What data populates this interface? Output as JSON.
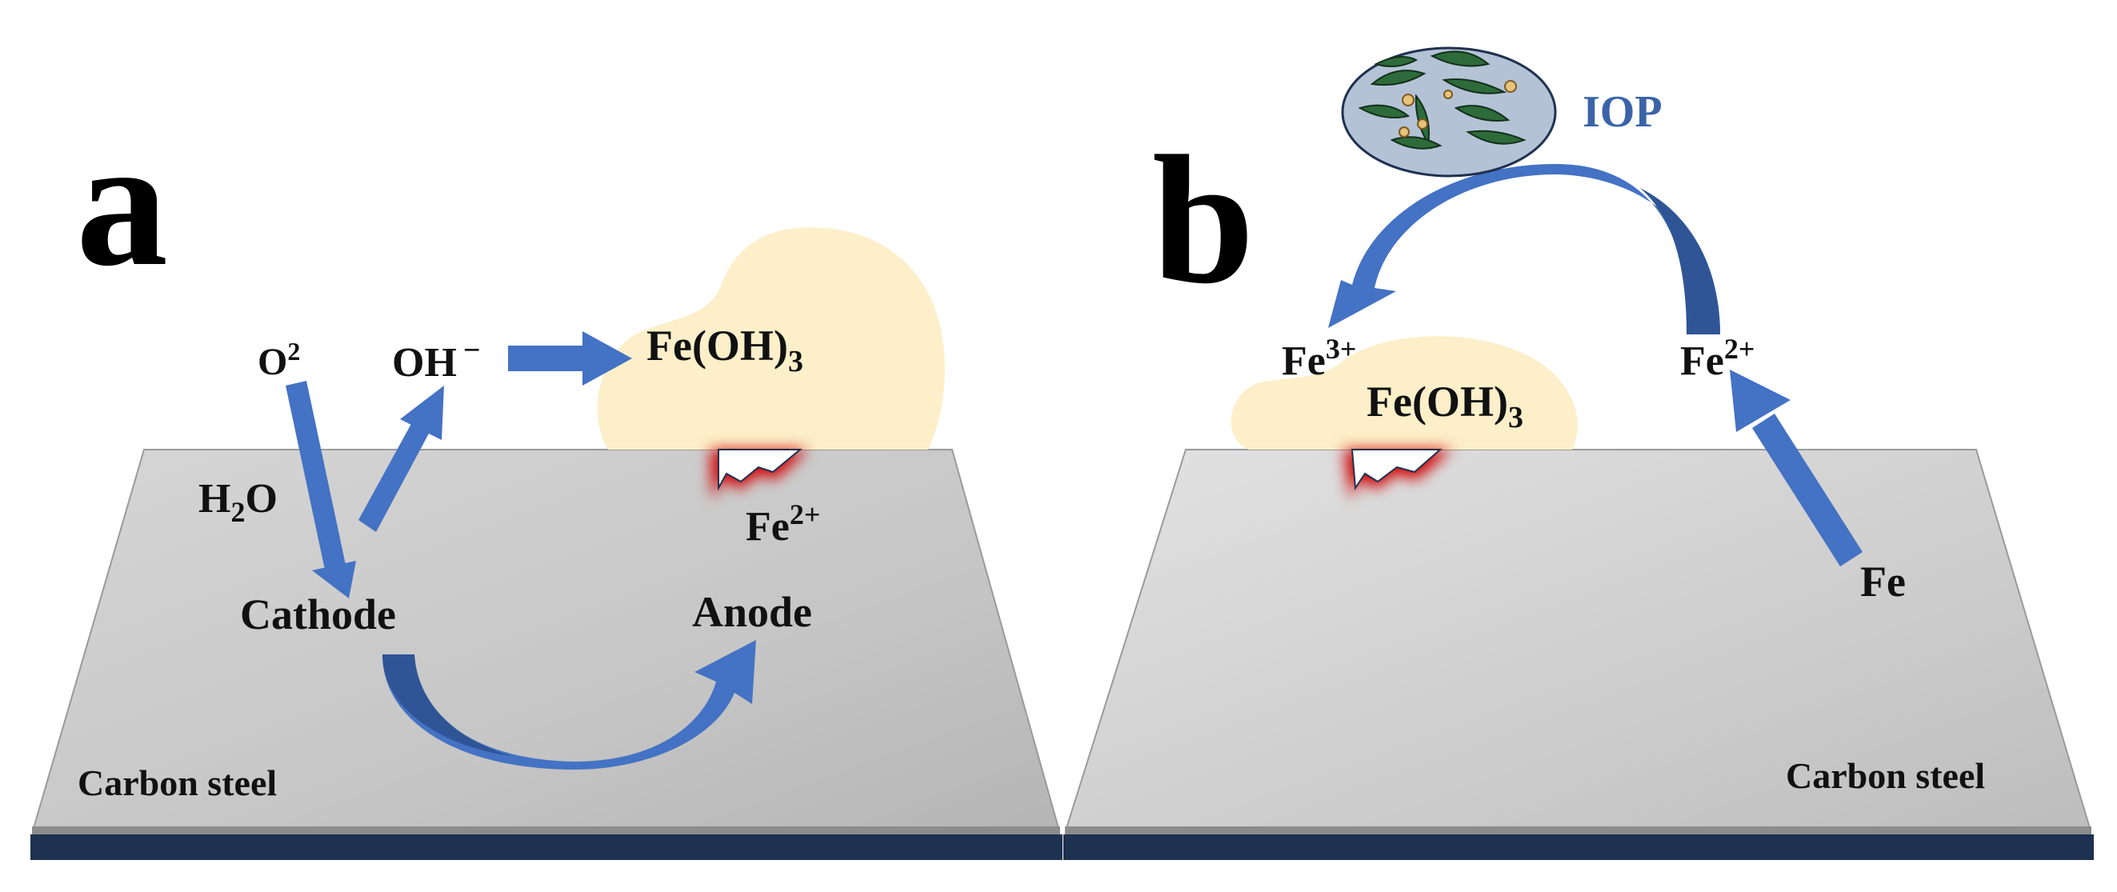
{
  "colors": {
    "arrow": "#4472C4",
    "arrow_dark": "#2F5597",
    "deposit": "#FCEFC9",
    "plate_top_light": "#DCDCDC",
    "plate_top_dark": "#B8B8B8",
    "plate_edge": "#1F3150",
    "pit_red": "#CC0000",
    "iop_disc": "#B4C2D6",
    "iop_label": "#3A64A8",
    "bacteria": "#2E6B3A"
  },
  "panel_a": {
    "letter": "a",
    "o2": "O",
    "o2_sup": "2",
    "oh": "OH",
    "oh_sup": "−",
    "feoh3": "Fe(OH)",
    "feoh3_sub": "3",
    "h2o_h": "H",
    "h2o_sub": "2",
    "h2o_o": "O",
    "fe": "Fe",
    "fe_sup": "2+",
    "cathode": "Cathode",
    "anode": "Anode",
    "substrate": "Carbon steel"
  },
  "panel_b": {
    "letter": "b",
    "iop": "IOP",
    "fe3": "Fe",
    "fe3_sup": "3+",
    "fe2": "Fe",
    "fe2_sup": "2+",
    "feoh3": "Fe(OH)",
    "feoh3_sub": "3",
    "fe": "Fe",
    "substrate": "Carbon steel"
  },
  "icons": {
    "iop_disc": "bacteria-petri-dish-icon",
    "corrosion_pit": "corrosion-pit-icon"
  }
}
